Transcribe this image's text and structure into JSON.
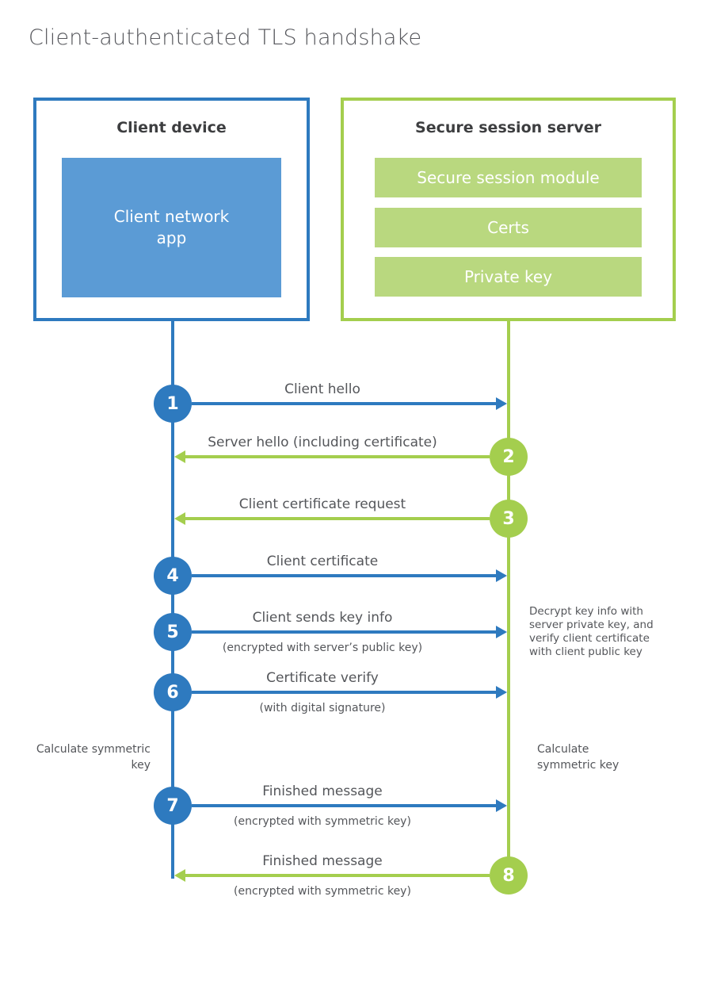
{
  "page": {
    "title": "Client-authenticated TLS handshake"
  },
  "colors": {
    "blue": "#2e7abf",
    "blue_fill": "#5b9bd5",
    "green": "#a4ce4e",
    "green_fill": "#b9d87f",
    "text": "#54565a",
    "heading": "#3d3e40",
    "title": "#55565b"
  },
  "client": {
    "title": "Client device",
    "app_label": "Client network\napp"
  },
  "server": {
    "title": "Secure session server",
    "modules": [
      "Secure session module",
      "Certs",
      "Private key"
    ]
  },
  "steps": [
    {
      "num": "1",
      "label": "Client hello",
      "sublabel": "",
      "direction": "right",
      "color": "blue"
    },
    {
      "num": "2",
      "label": "Server hello (including certificate)",
      "sublabel": "",
      "direction": "left",
      "color": "green"
    },
    {
      "num": "3",
      "label": "Client certificate request",
      "sublabel": "",
      "direction": "left",
      "color": "green"
    },
    {
      "num": "4",
      "label": "Client certificate",
      "sublabel": "",
      "direction": "right",
      "color": "blue"
    },
    {
      "num": "5",
      "label": "Client sends key info",
      "sublabel": "(encrypted with server’s public key)",
      "direction": "right",
      "color": "blue"
    },
    {
      "num": "6",
      "label": "Certificate verify",
      "sublabel": "(with digital signature)",
      "direction": "right",
      "color": "blue"
    },
    {
      "num": "7",
      "label": "Finished message",
      "sublabel": "(encrypted with symmetric key)",
      "direction": "right",
      "color": "blue"
    },
    {
      "num": "8",
      "label": "Finished message",
      "sublabel": "(encrypted with symmetric key)",
      "direction": "left",
      "color": "green"
    }
  ],
  "notes": {
    "client_calculate": "Calculate symmetric key",
    "server_calculate": "Calculate symmetric key",
    "server_decrypt": "Decrypt key info with server private key, and verify client certificate with client public key"
  }
}
